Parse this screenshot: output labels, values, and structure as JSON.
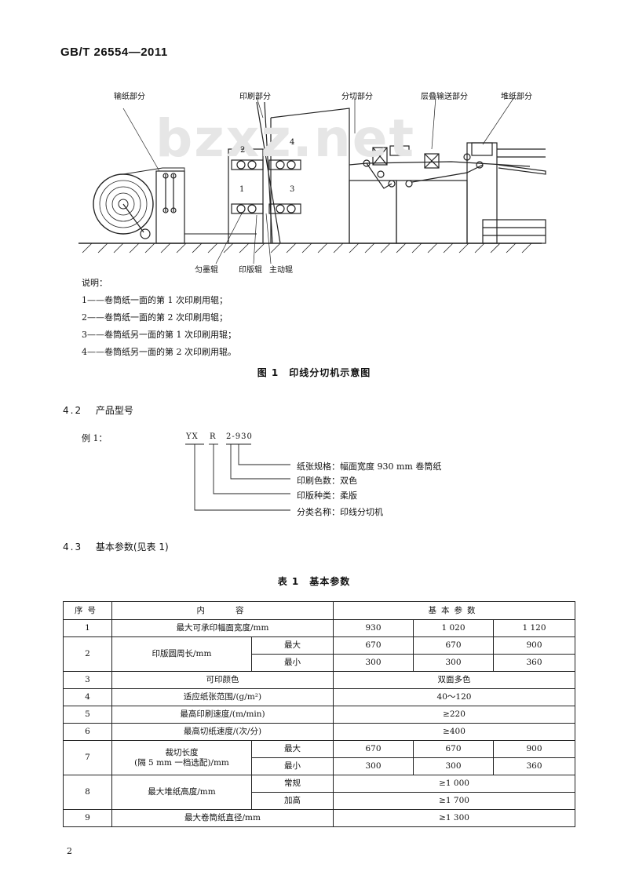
{
  "header": {
    "standard_no": "GB/T 26554—2011"
  },
  "watermark": "bzxz.net",
  "figure": {
    "labels": {
      "reel": "输纸部分",
      "print": "印刷部分",
      "cut": "分切部分",
      "stack_convey": "层叠输送部分",
      "stack": "堆纸部分",
      "ink_roller": "匀墨辊",
      "plate_roller": "印版辊",
      "drive_roller": "主动辊",
      "n1": "1",
      "n2": "2",
      "n3": "3",
      "n4": "4"
    },
    "legend_title": "说明：",
    "legend": [
      "1——卷筒纸一面的第 1 次印刷用辊；",
      "2——卷筒纸一面的第 2 次印刷用辊；",
      "3——卷筒纸另一面的第 1 次印刷用辊；",
      "4——卷筒纸另一面的第 2 次印刷用辊。"
    ],
    "caption": "图 1　印线分切机示意图"
  },
  "section_42": {
    "number": "4.2",
    "title": "产品型号",
    "example_label": "例 1：",
    "code": {
      "p1": "YX",
      "p2": "R",
      "p3": "2-930"
    },
    "explanations": [
      "纸张规格：幅面宽度 930 mm 卷筒纸",
      "印刷色数：双色",
      "印版种类：柔版",
      "分类名称：印线分切机"
    ]
  },
  "section_43": {
    "number": "4.3",
    "title": "基本参数(见表 1)"
  },
  "table": {
    "caption": "表 1　基本参数",
    "headers": {
      "no": "序号",
      "content": "内　　容",
      "params": "基本参数"
    },
    "rows": {
      "r1": {
        "no": "1",
        "name": "最大可承印幅面宽度/mm",
        "v1": "930",
        "v2": "1 020",
        "v3": "1 120"
      },
      "r2": {
        "no": "2",
        "name": "印版圆周长/mm",
        "max": "最大",
        "min": "最小",
        "max_v": [
          "670",
          "670",
          "900"
        ],
        "min_v": [
          "300",
          "300",
          "360"
        ]
      },
      "r3": {
        "no": "3",
        "name": "可印颜色",
        "v": "双面多色"
      },
      "r4": {
        "no": "4",
        "name": "适应纸张范围/(g/m²)",
        "v": "40～120"
      },
      "r5": {
        "no": "5",
        "name": "最高印刷速度/(m/min)",
        "v": "≥220"
      },
      "r6": {
        "no": "6",
        "name": "最高切纸速度/(次/分)",
        "v": "≥400"
      },
      "r7": {
        "no": "7",
        "name_1": "裁切长度",
        "name_2": "(隔 5 mm 一档选配)/mm",
        "max": "最大",
        "min": "最小",
        "max_v": [
          "670",
          "670",
          "900"
        ],
        "min_v": [
          "300",
          "300",
          "360"
        ]
      },
      "r8": {
        "no": "8",
        "name": "最大堆纸高度/mm",
        "sub1": "常规",
        "sub2": "加高",
        "v1": "≥1 000",
        "v2": "≥1 700"
      },
      "r9": {
        "no": "9",
        "name": "最大卷筒纸直径/mm",
        "v": "≥1 300"
      }
    }
  },
  "footer": {
    "page": "2"
  }
}
